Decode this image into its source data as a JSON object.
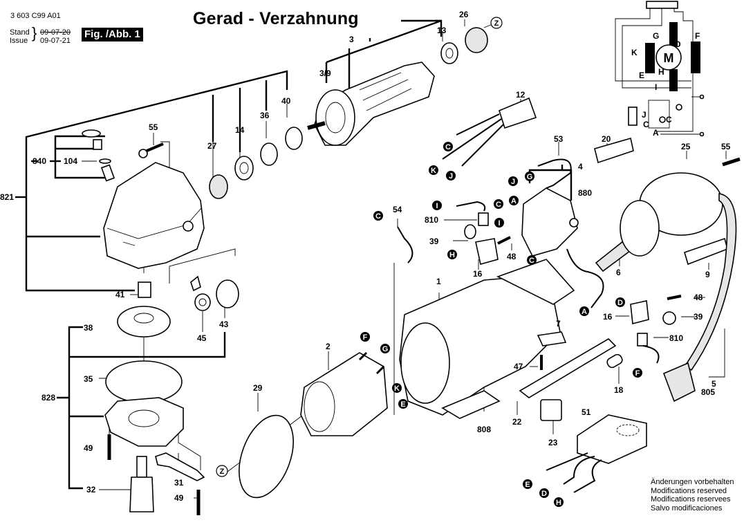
{
  "header": {
    "part_number": "3 603 C99 A01",
    "stand_label": "Stand",
    "issue_label": "Issue",
    "stand_date": "09-07-20",
    "issue_date": "09-07-21",
    "figure_label": "Fig. /Abb. 1",
    "title": "Gerad - Verzahnung"
  },
  "footer_notes": [
    "Änderungen vorbehalten",
    "Modifications reserved",
    "Modifications reservees",
    "Salvo modificaciones"
  ],
  "wiring_diagram": {
    "motor_label": "M",
    "terminals": [
      "G",
      "F",
      "K",
      "D",
      "E",
      "H",
      "I",
      "J",
      "C",
      "C",
      "A"
    ]
  },
  "part_labels": {
    "p821": "821",
    "p840": "840",
    "p104": "104",
    "p55a": "55",
    "p41": "41",
    "p27": "27",
    "p14": "14",
    "p36": "36",
    "p40": "40",
    "p3": "3",
    "p3_9": "3/9",
    "p13": "13",
    "p26": "26",
    "p12": "12",
    "p53": "53",
    "p4": "4",
    "p880": "880",
    "p20": "20",
    "p25": "25",
    "p55b": "55",
    "p54": "54",
    "p810a": "810",
    "p39a": "39",
    "p16a": "16",
    "p48a": "48",
    "p6": "6",
    "p9": "9",
    "p1": "1",
    "p48b": "48",
    "p16b": "16",
    "p39b": "39",
    "p810b": "810",
    "p7": "7",
    "p47": "47",
    "p18": "18",
    "p5": "5",
    "p805": "805",
    "p38": "38",
    "p43": "43",
    "p45": "45",
    "p35": "35",
    "p828": "828",
    "p49a": "49",
    "p32": "32",
    "p31": "31",
    "p49b": "49",
    "p2": "2",
    "p29": "29",
    "p22": "22",
    "p808": "808",
    "p23": "23",
    "p51": "51"
  },
  "connector_markers": {
    "c12": "C",
    "k12": "K",
    "j12": "J",
    "g53": "G",
    "j4": "J",
    "a4": "A",
    "c4a": "C",
    "c4b": "C",
    "i810": "I",
    "i16": "I",
    "h16": "H",
    "c54": "C",
    "a6": "A",
    "d16": "D",
    "f810": "F",
    "f2": "F",
    "g2": "G",
    "k2": "K",
    "e2": "E",
    "e51": "E",
    "d51": "D",
    "h51": "H"
  },
  "reference_markers": {
    "z26": "Z",
    "z29": "Z"
  }
}
